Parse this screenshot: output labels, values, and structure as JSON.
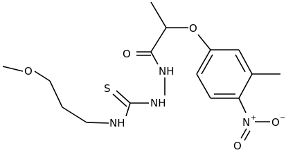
{
  "molecule": {
    "atoms": {
      "o_ether_chain": "O",
      "o_carbonyl": "O",
      "o_aryl_ether": "O",
      "nh_hydrazide_upper": "NH",
      "nh_hydrazide_lower": "NH",
      "s_thiocarbonyl": "S",
      "nh_amine": "NH",
      "n_nitro": "N",
      "n_nitro_charge": "+",
      "o_nitro_right": "O",
      "o_nitro_right_charge": "−",
      "o_nitro_bottom": "O"
    }
  }
}
